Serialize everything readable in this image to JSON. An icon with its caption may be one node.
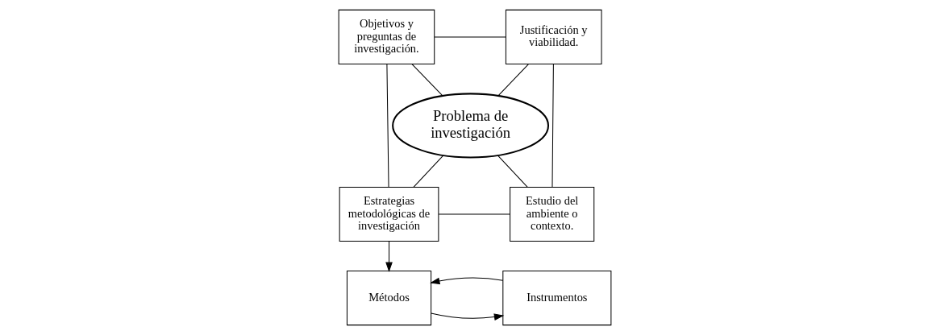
{
  "diagram": {
    "nodes": [
      {
        "text": [
          "Objetivos y preguntas de investigación."
        ]
      },
      {
        "text": [
          "Justificación y viabilidad."
        ]
      },
      {
        "text": [
          "Problema de investigación"
        ]
      },
      {
        "text": [
          "Estrategias metodológicas de investigación"
        ]
      },
      {
        "text": [
          "Estudio del ambiente o contexto."
        ]
      },
      {
        "text": [
          "Métodos"
        ]
      },
      {
        "text": [
          "Instrumentos"
        ]
      }
    ],
    "edges": [
      {
        "from": 0,
        "to": 1,
        "arrow": "none"
      },
      {
        "from": 0,
        "to": 2,
        "arrow": "none"
      },
      {
        "from": 1,
        "to": 2,
        "arrow": "none"
      },
      {
        "from": 0,
        "to": 3,
        "arrow": "none"
      },
      {
        "from": 1,
        "to": 4,
        "arrow": "none"
      },
      {
        "from": 3,
        "to": 2,
        "arrow": "none"
      },
      {
        "from": 4,
        "to": 2,
        "arrow": "none"
      },
      {
        "from": 3,
        "to": 4,
        "arrow": "none"
      },
      {
        "from": 3,
        "to": 5,
        "arrow": "to"
      },
      {
        "from": 5,
        "to": 6,
        "arrow": "to"
      },
      {
        "from": 6,
        "to": 5,
        "arrow": "to"
      }
    ]
  }
}
